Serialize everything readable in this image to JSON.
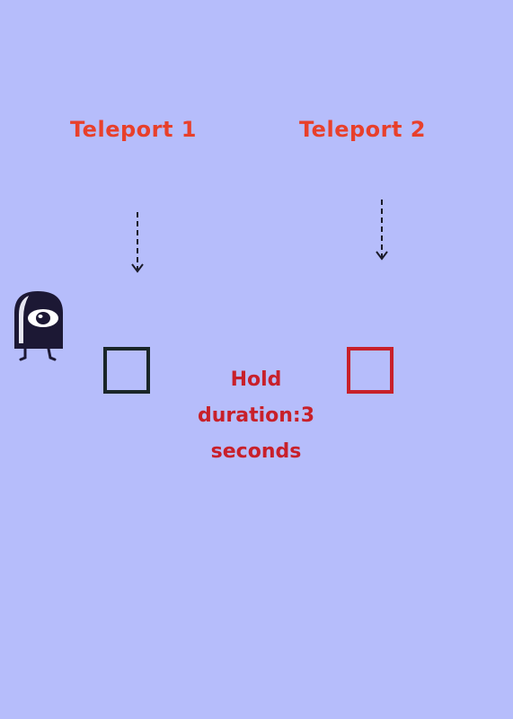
{
  "colors": {
    "background": "#b6bdfb",
    "label": "#e8402b",
    "hold_text": "#c8202a",
    "pad_1": "#1a2628",
    "pad_2": "#c8202a",
    "player_body": "#1c1834",
    "arrow": "#1b1b2a"
  },
  "teleports": [
    {
      "label": "Teleport 1"
    },
    {
      "label": "Teleport 2"
    }
  ],
  "hold_text": {
    "line1": "Hold",
    "line2": "duration:3",
    "line3": "seconds"
  },
  "icons": {
    "player": "one-eyed-ghost-character",
    "arrows": "dashed-down-arrow"
  }
}
